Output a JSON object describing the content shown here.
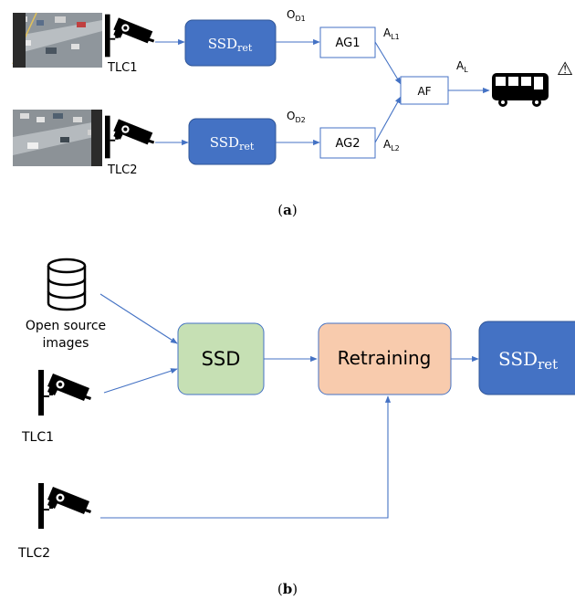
{
  "panel_a": {
    "caption_letter": "a",
    "cam1_label": "TLC1",
    "cam2_label": "TLC2",
    "ssd1": {
      "main": "SSD",
      "sub": "ret"
    },
    "ssd2": {
      "main": "SSD",
      "sub": "ret"
    },
    "od1": {
      "main": "O",
      "sub": "D1"
    },
    "od2": {
      "main": "O",
      "sub": "D2"
    },
    "ag1": "AG1",
    "ag2": "AG2",
    "al1": {
      "main": "A",
      "sub": "L1"
    },
    "al2": {
      "main": "A",
      "sub": "L2"
    },
    "af": "AF",
    "al": {
      "main": "A",
      "sub": "L"
    },
    "warning_symbol": "⚠"
  },
  "panel_b": {
    "caption_letter": "b",
    "db_label_line1": "Open source",
    "db_label_line2": "images",
    "cam1_label": "TLC1",
    "cam2_label": "TLC2",
    "ssd": "SSD",
    "retraining": "Retraining",
    "ssd_ret": {
      "main": "SSD",
      "sub": "ret"
    }
  },
  "colors": {
    "ssd_blue": "#4472c4",
    "ssd_green": "#c6e0b4",
    "retrain_orange": "#f8cbad",
    "arrow": "#4472c4"
  }
}
